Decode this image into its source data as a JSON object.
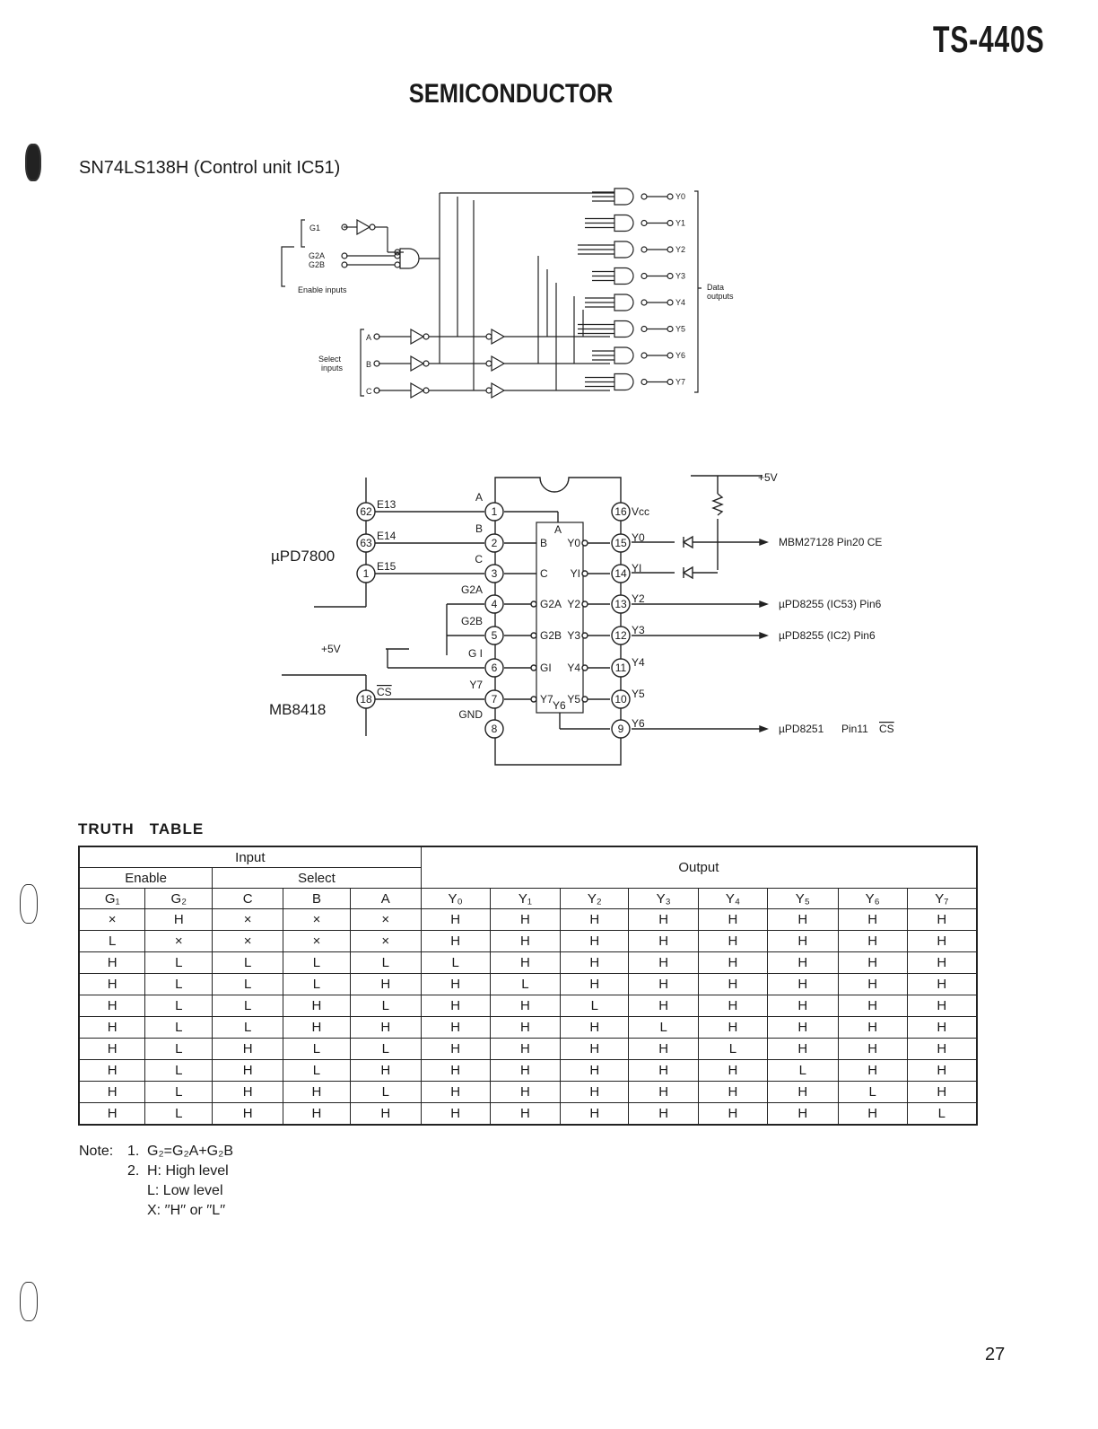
{
  "header": {
    "model": "TS-440S",
    "title": "SEMICONDUCTOR",
    "subtitle": "SN74LS138H (Control unit IC51)"
  },
  "logic_diagram": {
    "enable_inputs": [
      "G1",
      "G2A",
      "G2B"
    ],
    "enable_label": "Enable inputs",
    "select_inputs": [
      "A",
      "B",
      "C"
    ],
    "select_label_1": "Select",
    "select_label_2": "inputs",
    "outputs": [
      "Y0",
      "Y1",
      "Y2",
      "Y3",
      "Y4",
      "Y5",
      "Y6",
      "Y7"
    ],
    "output_label_1": "Data",
    "output_label_2": "outputs"
  },
  "connection_diagram": {
    "upd7800": "µPD7800",
    "mb8418": "MB8418",
    "pins_left": [
      {
        "num": "62",
        "sig": "E13",
        "pin": "1",
        "name": "A"
      },
      {
        "num": "63",
        "sig": "E14",
        "pin": "2",
        "name": "B"
      },
      {
        "num": "1",
        "sig": "E15",
        "pin": "3",
        "name": "C"
      },
      {
        "num": "",
        "sig": "",
        "pin": "4",
        "name": "G2A"
      },
      {
        "num": "",
        "sig": "",
        "pin": "5",
        "name": "G2B"
      },
      {
        "num": "",
        "sig": "",
        "pin": "6",
        "name": "G I"
      },
      {
        "num": "18",
        "sig": "CS",
        "pin": "7",
        "name": "Y7"
      },
      {
        "num": "",
        "sig": "",
        "pin": "8",
        "name": "GND"
      }
    ],
    "pins_right": [
      {
        "pin": "16",
        "name": "Vcc"
      },
      {
        "pin": "15",
        "name": "Y0"
      },
      {
        "pin": "14",
        "name": "YI"
      },
      {
        "pin": "13",
        "name": "Y2"
      },
      {
        "pin": "12",
        "name": "Y3"
      },
      {
        "pin": "11",
        "name": "Y4"
      },
      {
        "pin": "10",
        "name": "Y5"
      },
      {
        "pin": "9",
        "name": "Y6"
      }
    ],
    "inner_left": [
      "A",
      "B",
      "C",
      "G2A",
      "G2B",
      "GI",
      "Y7"
    ],
    "inner_right": [
      "Y0",
      "YI",
      "Y2",
      "Y3",
      "Y4",
      "Y5"
    ],
    "inner_top": "A",
    "inner_bottom": "Y6",
    "plus5v": "+5V",
    "plus5v_left": "+5V",
    "dest_mbm": "MBM27128  Pin20  CE",
    "dest_ic53": "µPD8255  (IC53)  Pin6",
    "dest_ic2": "µPD8255  (IC2)  Pin6",
    "dest_8251": "µPD8251",
    "dest_8251_pin": "Pin11",
    "dest_8251_cs": "CS"
  },
  "truth_table": {
    "title": "TRUTH   TABLE",
    "input_label": "Input",
    "output_label": "Output",
    "enable_label": "Enable",
    "select_label": "Select",
    "columns": [
      "G₁",
      "G₂",
      "C",
      "B",
      "A",
      "Y₀",
      "Y₁",
      "Y₂",
      "Y₃",
      "Y₄",
      "Y₅",
      "Y₆",
      "Y₇"
    ],
    "rows": [
      [
        "×",
        "H",
        "×",
        "×",
        "×",
        "H",
        "H",
        "H",
        "H",
        "H",
        "H",
        "H",
        "H"
      ],
      [
        "L",
        "×",
        "×",
        "×",
        "×",
        "H",
        "H",
        "H",
        "H",
        "H",
        "H",
        "H",
        "H"
      ],
      [
        "H",
        "L",
        "L",
        "L",
        "L",
        "L",
        "H",
        "H",
        "H",
        "H",
        "H",
        "H",
        "H"
      ],
      [
        "H",
        "L",
        "L",
        "L",
        "H",
        "H",
        "L",
        "H",
        "H",
        "H",
        "H",
        "H",
        "H"
      ],
      [
        "H",
        "L",
        "L",
        "H",
        "L",
        "H",
        "H",
        "L",
        "H",
        "H",
        "H",
        "H",
        "H"
      ],
      [
        "H",
        "L",
        "L",
        "H",
        "H",
        "H",
        "H",
        "H",
        "L",
        "H",
        "H",
        "H",
        "H"
      ],
      [
        "H",
        "L",
        "H",
        "L",
        "L",
        "H",
        "H",
        "H",
        "H",
        "L",
        "H",
        "H",
        "H"
      ],
      [
        "H",
        "L",
        "H",
        "L",
        "H",
        "H",
        "H",
        "H",
        "H",
        "H",
        "L",
        "H",
        "H"
      ],
      [
        "H",
        "L",
        "H",
        "H",
        "L",
        "H",
        "H",
        "H",
        "H",
        "H",
        "H",
        "L",
        "H"
      ],
      [
        "H",
        "L",
        "H",
        "H",
        "H",
        "H",
        "H",
        "H",
        "H",
        "H",
        "H",
        "H",
        "L"
      ]
    ]
  },
  "notes": {
    "label": "Note:",
    "items": [
      {
        "num": "1.",
        "text": "G₂=G₂A+G₂B"
      },
      {
        "num": "2.",
        "text": "H: High level"
      },
      {
        "num": "",
        "text": "L: Low level"
      },
      {
        "num": "",
        "text": "X: ′′H′′ or ′′L′′"
      }
    ]
  },
  "page_number": "27"
}
